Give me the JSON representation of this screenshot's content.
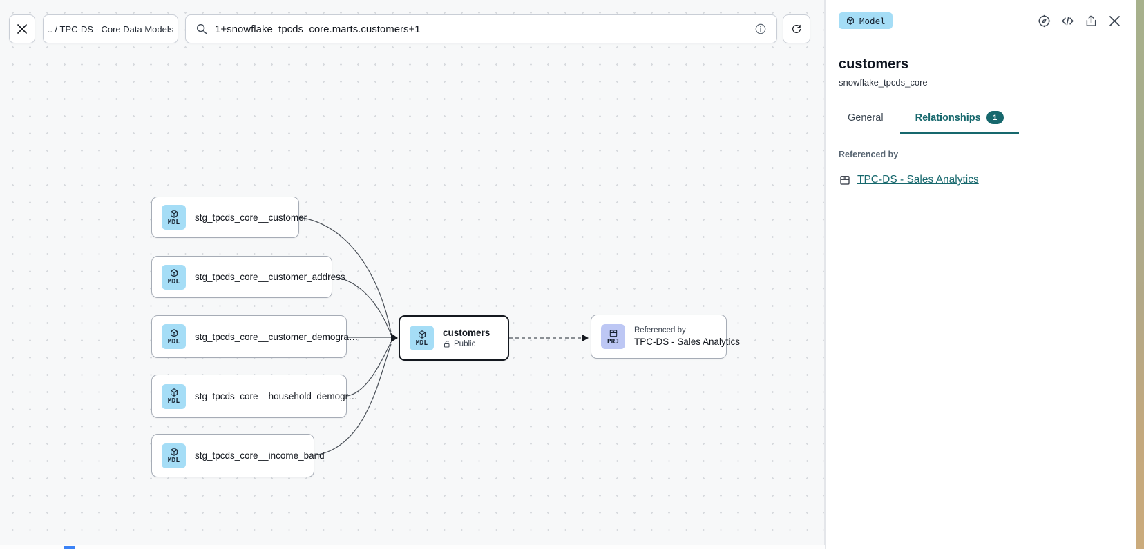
{
  "toolbar": {
    "breadcrumb": ".. / TPC-DS - Core Data Models",
    "search": {
      "value": "1+snowflake_tpcds_core.marts.customers+1"
    }
  },
  "lineage": {
    "source_nodes": [
      {
        "badge": "MDL",
        "label": "stg_tpcds_core__customer"
      },
      {
        "badge": "MDL",
        "label": "stg_tpcds_core__customer_address"
      },
      {
        "badge": "MDL",
        "label": "stg_tpcds_core__customer_demogra…"
      },
      {
        "badge": "MDL",
        "label": "stg_tpcds_core__household_demogr…"
      },
      {
        "badge": "MDL",
        "label": "stg_tpcds_core__income_band"
      }
    ],
    "selected_node": {
      "badge": "MDL",
      "title": "customers",
      "access": "Public"
    },
    "reference_node": {
      "badge": "PRJ",
      "kicker": "Referenced by",
      "title": "TPC-DS - Sales Analytics"
    }
  },
  "panel": {
    "type_badge": "Model",
    "title": "customers",
    "subtitle": "snowflake_tpcds_core",
    "tabs": [
      {
        "label": "General"
      },
      {
        "label": "Relationships",
        "badge": "1"
      }
    ],
    "relationships": {
      "section_label": "Referenced by",
      "link_label": "TPC-DS - Sales Analytics"
    }
  },
  "colors": {
    "accent_teal": "#17686d",
    "model_badge_bg": "#a5ddf6",
    "project_badge_bg": "#bdc7f4",
    "canvas_bg": "#f7f8f9",
    "selected_border": "#14181f"
  }
}
